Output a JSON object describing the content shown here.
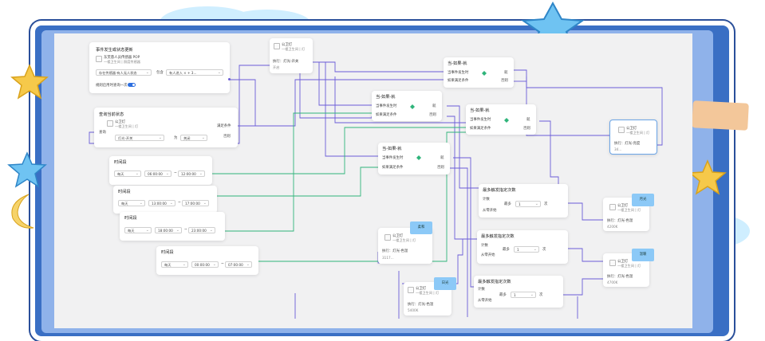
{
  "event_node": {
    "title": "事件发生或状态更新",
    "device_name": "东芙蓉人员传感器 POP",
    "device_sub": "一楼卫生间 | 照度传感器",
    "field_select": "存在传感器-有人无人状态",
    "op_label": "包含",
    "chip_value": "有人进入",
    "more_value": "+ 3...",
    "toggle_label": "规则启用时查询一次"
  },
  "query_node": {
    "title": "查询当前状态",
    "device_name": "公卫灯",
    "device_sub": "一楼卫生间 | 灯",
    "query_label": "查询",
    "attr_select": "灯光-开关",
    "is_label": "为",
    "value_select": "关闭",
    "true_label": "满足条件",
    "false_label": "否则"
  },
  "time_nodes": [
    {
      "title": "时间段",
      "day": "每天",
      "start": "06:00:00",
      "sep": "~",
      "end": "12:00:00"
    },
    {
      "title": "时间段",
      "day": "每天",
      "start": "13:00:00",
      "sep": "~",
      "end": "17:00:00"
    },
    {
      "title": "时间段",
      "day": "每天",
      "start": "18:00:00",
      "sep": "~",
      "end": "23:00:00"
    },
    {
      "title": "时间段",
      "day": "每天",
      "start": "00:00:00",
      "sep": "~",
      "end": "07:00:00"
    }
  ],
  "exec_switch": {
    "device_name": "公卫灯",
    "device_sub": "一楼卫生间 | 灯",
    "action": "执行：灯光-开关",
    "value": "开启"
  },
  "if_nodes": [
    {
      "title": "当-如果-就",
      "when_label": "当事件发生时",
      "if_label": "如果满足条件",
      "then_label": "就",
      "else_label": "否则"
    },
    {
      "title": "当-如果-就",
      "when_label": "当事件发生时",
      "if_label": "如果满足条件",
      "then_label": "就",
      "else_label": "否则"
    },
    {
      "title": "当-如果-就",
      "when_label": "当事件发生时",
      "if_label": "如果满足条件",
      "then_label": "就",
      "else_label": "否则"
    },
    {
      "title": "当-如果-就",
      "when_label": "当事件发生时",
      "if_label": "如果满足条件",
      "then_label": "就",
      "else_label": "否则"
    }
  ],
  "count_nodes": [
    {
      "title": "最多触发指定次数",
      "count_label": "计数",
      "reset_label": "从零开始",
      "max_label": "最多",
      "value": "1",
      "unit": "次"
    },
    {
      "title": "最多触发指定次数",
      "count_label": "计数",
      "reset_label": "从零开始",
      "max_label": "最多",
      "value": "1",
      "unit": "次"
    },
    {
      "title": "最多触发指定次数",
      "count_label": "计数",
      "reset_label": "从零开始",
      "max_label": "最多",
      "value": "1",
      "unit": "次"
    }
  ],
  "color_nodes": [
    {
      "tag": "柔和",
      "device_name": "公卫灯",
      "device_sub": "一楼卫生间 | 灯",
      "action": "执行：灯光-色温",
      "value": "3117..."
    },
    {
      "tag": "日光",
      "device_name": "公卫灯",
      "device_sub": "一楼卫生间 | 灯",
      "action": "执行：灯光-色温",
      "value": "5400K"
    },
    {
      "tag": "月光",
      "device_name": "公卫灯",
      "device_sub": "一楼卫生间 | 灯",
      "action": "执行：灯光-色温",
      "value": "4200K"
    },
    {
      "tag": "温暖",
      "device_name": "公卫灯",
      "device_sub": "一楼卫生间 | 灯",
      "action": "执行：灯光-色温",
      "value": "4700K"
    }
  ],
  "bright_node": {
    "device_name": "公卫灯",
    "device_sub": "一楼卫生间 | 灯",
    "action": "执行：灯光-亮度",
    "value": "34..."
  },
  "colors": {
    "frame": "#3a6fc4",
    "canvas": "#f1f1f2",
    "wire_purple": "#6a5cd8",
    "wire_green": "#2fb47a",
    "tag_blue": "#8cc9f7"
  }
}
